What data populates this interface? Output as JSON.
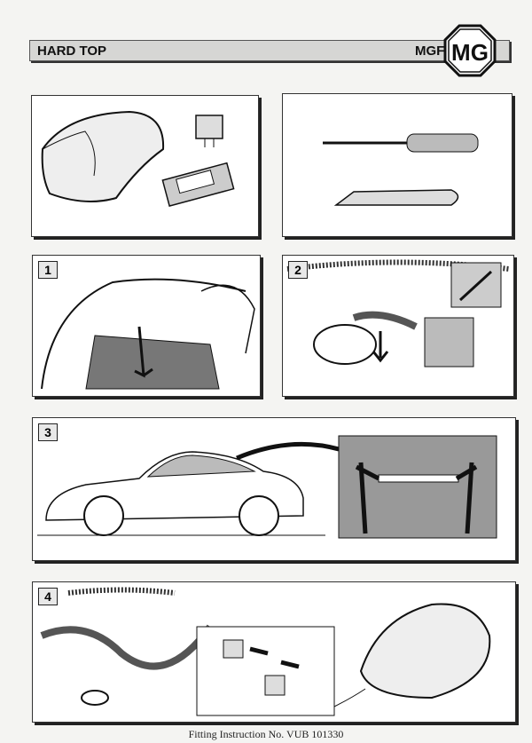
{
  "header": {
    "title": "HARD TOP",
    "model": "MGF",
    "logo_text": "MG"
  },
  "steps": {
    "s1": "1",
    "s2": "2",
    "s3": "3",
    "s4": "4"
  },
  "footer": {
    "text": "Fitting Instruction No. VUB 101330"
  }
}
